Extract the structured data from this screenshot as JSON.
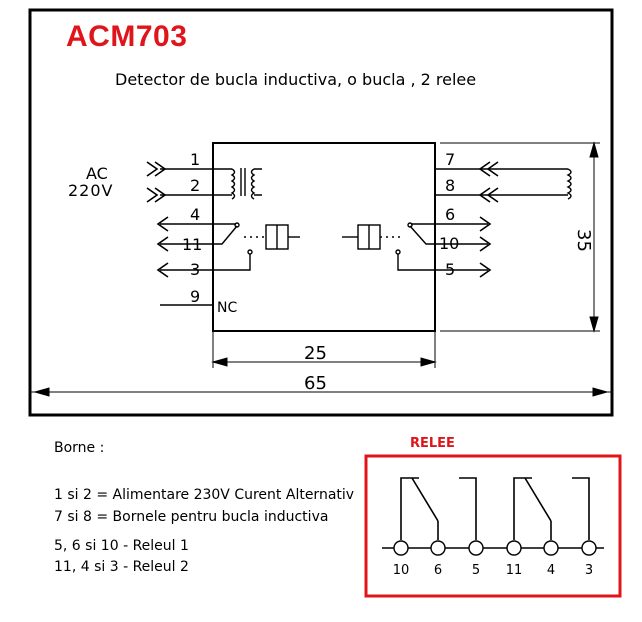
{
  "header": {
    "product": "ACM703",
    "description": "Detector de bucla inductiva, o bucla , 2 relee"
  },
  "diagram": {
    "input_label_line1": "AC",
    "input_label_line2": "220V",
    "nc_label": "NC",
    "dim_width_inner": "25",
    "dim_width_outer": "65",
    "dim_height": "35",
    "pins_left": [
      "1",
      "2",
      "4",
      "11",
      "3",
      "9"
    ],
    "pins_right": [
      "7",
      "8",
      "6",
      "10",
      "5"
    ]
  },
  "notes": {
    "title": "Borne :",
    "lines": [
      "1 si 2 = Alimentare 230V Curent Alternativ",
      "7 si 8 = Bornele pentru bucla inductiva",
      "5, 6 si 10 - Releul 1",
      "11, 4 si 3 - Releul 2"
    ]
  },
  "relay_box": {
    "title": "RELEE",
    "border_color": "#e0151b",
    "terminals": [
      "10",
      "6",
      "5",
      "11",
      "4",
      "3"
    ]
  },
  "colors": {
    "accent": "#e0151b"
  }
}
